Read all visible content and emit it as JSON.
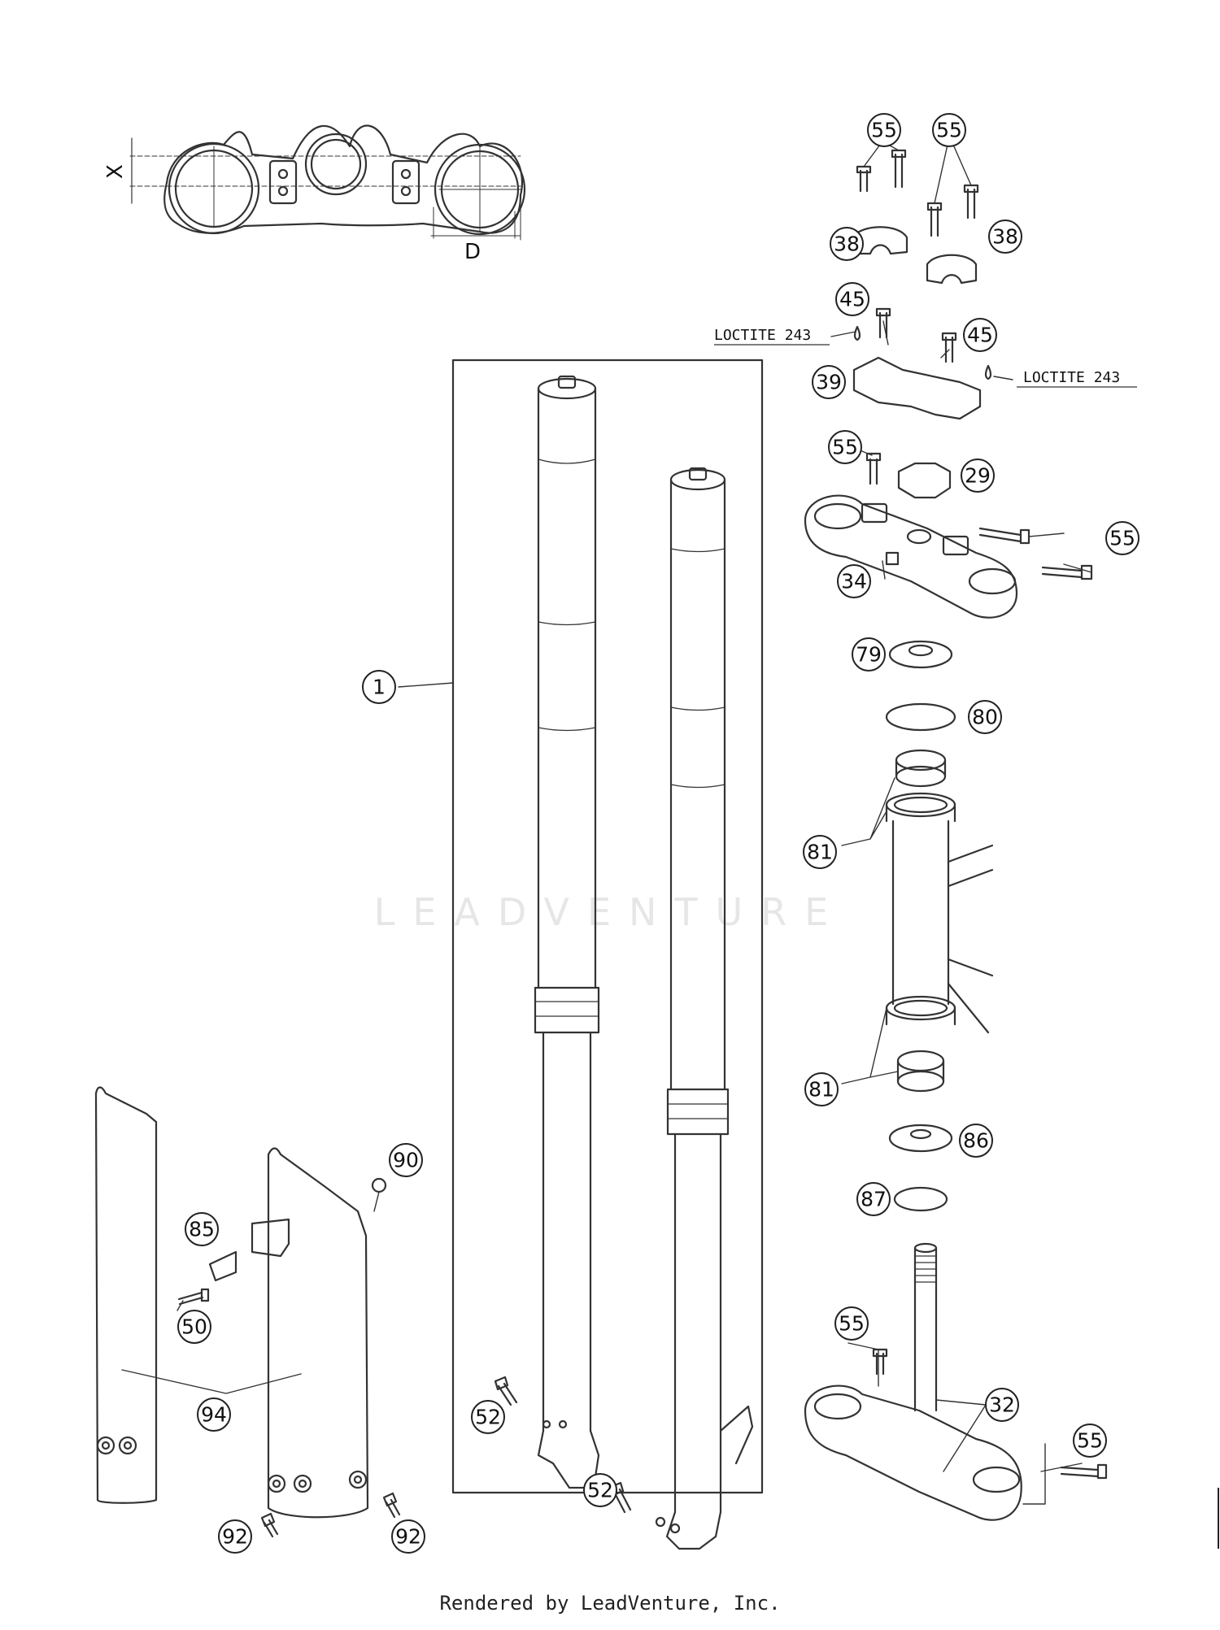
{
  "diagram": {
    "watermark": "LEADVENTURE",
    "footer": "Rendered by LeadVenture, Inc.",
    "dimensions": {
      "x": "X",
      "d": "D"
    },
    "notes": {
      "loctite_left": "LOCTITE 243",
      "loctite_right": "LOCTITE 243"
    },
    "callouts": {
      "c55a": "55",
      "c55b": "55",
      "c38a": "38",
      "c38b": "38",
      "c45a": "45",
      "c45b": "45",
      "c39": "39",
      "c55c": "55",
      "c29": "29",
      "c55d": "55",
      "c34": "34",
      "c79": "79",
      "c80": "80",
      "c1": "1",
      "c81a": "81",
      "c81b": "81",
      "c86": "86",
      "c87": "87",
      "c90": "90",
      "c85": "85",
      "c50": "50",
      "c94": "94",
      "c52a": "52",
      "c52b": "52",
      "c55e": "55",
      "c32": "32",
      "c55f": "55",
      "c92a": "92",
      "c92b": "92"
    }
  }
}
